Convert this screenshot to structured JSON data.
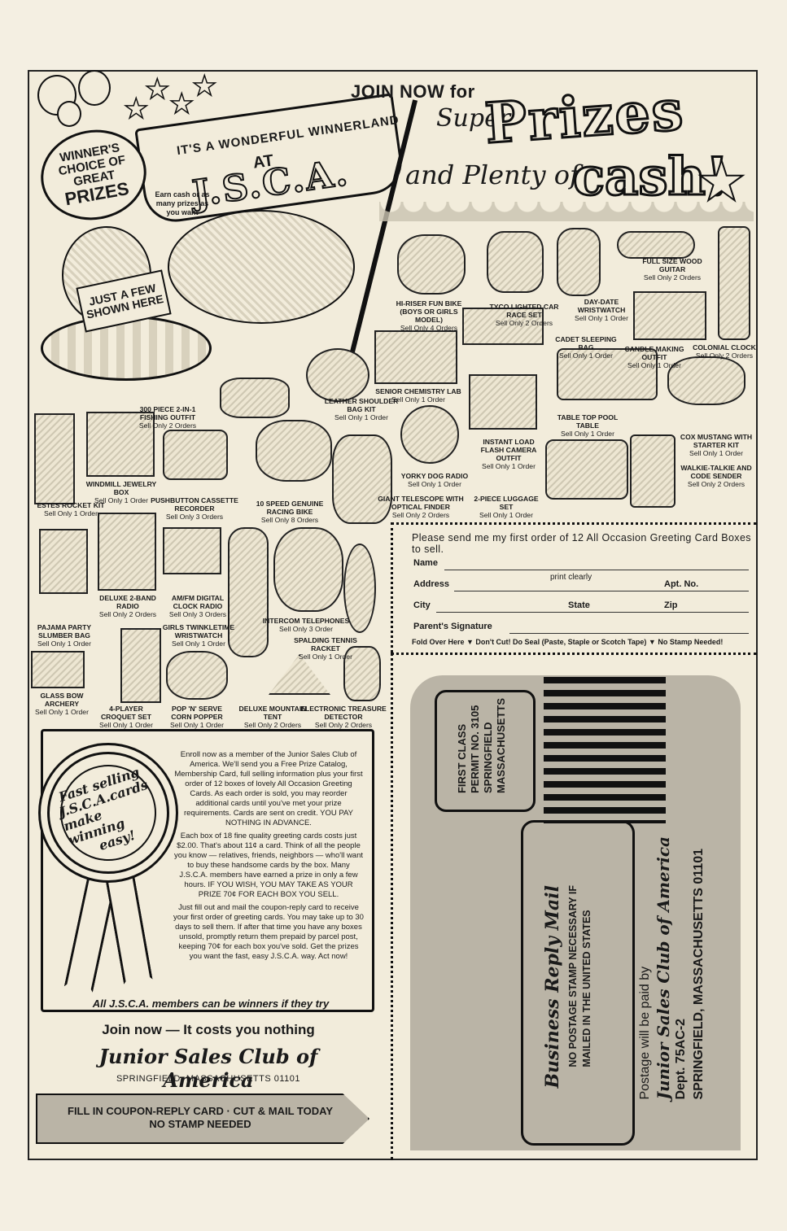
{
  "header": {
    "join_now": "JOIN NOW for",
    "super": "Super",
    "prizes": "Prizes",
    "and_plenty_of": "and Plenty of",
    "cash": "cash!"
  },
  "banner": {
    "line1": "IT'S A WONDERFUL WINNERLAND",
    "at": "AT",
    "name": "J.S.C.A."
  },
  "choice_bubble": [
    "WINNER'S",
    "CHOICE OF",
    "GREAT",
    "PRIZES"
  ],
  "earn_note": "Earn cash or as many prizes as you want",
  "sign": [
    "JUST A FEW",
    "SHOWN HERE"
  ],
  "prizes": [
    {
      "name": "HI-RISER FUN BIKE (BOYS OR GIRLS MODEL)",
      "sell": "Sell Only 4 Orders"
    },
    {
      "name": "TYCO LIGHTED CAR RACE SET",
      "sell": "Sell Only 2 Orders"
    },
    {
      "name": "DAY-DATE WRISTWATCH",
      "sell": "Sell Only 1 Order"
    },
    {
      "name": "FULL SIZE WOOD GUITAR",
      "sell": "Sell Only 2 Orders"
    },
    {
      "name": "CADET SLEEPING BAG",
      "sell": "Sell Only 1 Order"
    },
    {
      "name": "CANDLE MAKING OUTFIT",
      "sell": "Sell Only 1 Order"
    },
    {
      "name": "COLONIAL CLOCK",
      "sell": "Sell Only 2 Orders"
    },
    {
      "name": "SENIOR CHEMISTRY LAB",
      "sell": "Sell Only 1 Order"
    },
    {
      "name": "300 PIECE 2-in-1 FISHING OUTFIT",
      "sell": "Sell Only 2 Orders"
    },
    {
      "name": "LEATHER SHOULDER BAG KIT",
      "sell": "Sell Only 1 Order"
    },
    {
      "name": "TABLE TOP POOL TABLE",
      "sell": "Sell Only 1 Order"
    },
    {
      "name": "COX MUSTANG WITH STARTER KIT",
      "sell": "Sell Only 1 Order"
    },
    {
      "name": "INSTANT LOAD FLASH CAMERA OUTFIT",
      "sell": "Sell Only 1 Order"
    },
    {
      "name": "WALKIE-TALKIE AND CODE SENDER",
      "sell": "Sell Only 2 Orders"
    },
    {
      "name": "ESTES ROCKET KIT",
      "sell": "Sell Only 1 Order"
    },
    {
      "name": "WINDMILL JEWELRY BOX",
      "sell": "Sell Only 1 Order"
    },
    {
      "name": "PUSHBUTTON CASSETTE RECORDER",
      "sell": "Sell Only 3 Orders"
    },
    {
      "name": "10 SPEED GENUINE RACING BIKE",
      "sell": "Sell Only 8 Orders"
    },
    {
      "name": "YORKY DOG RADIO",
      "sell": "Sell Only 1 Order"
    },
    {
      "name": "GIANT TELESCOPE WITH OPTICAL FINDER",
      "sell": "Sell Only 2 Orders"
    },
    {
      "name": "2-PIECE LUGGAGE SET",
      "sell": "Sell Only 1 Order"
    },
    {
      "name": "DELUXE 2-BAND RADIO",
      "sell": "Sell Only 2 Orders"
    },
    {
      "name": "AM/FM DIGITAL CLOCK RADIO",
      "sell": "Sell Only 3 Orders"
    },
    {
      "name": "PAJAMA PARTY SLUMBER BAG",
      "sell": "Sell Only 1 Order"
    },
    {
      "name": "GIRLS TWINKLETIME WRISTWATCH",
      "sell": "Sell Only 1 Order"
    },
    {
      "name": "INTERCOM TELEPHONES",
      "sell": "Sell Only 3 Order"
    },
    {
      "name": "SPALDING TENNIS RACKET",
      "sell": "Sell Only 1 Order"
    },
    {
      "name": "GLASS BOW ARCHERY",
      "sell": "Sell Only 1 Order"
    },
    {
      "name": "4-PLAYER CROQUET SET",
      "sell": "Sell Only 1 Order"
    },
    {
      "name": "POP 'N' SERVE CORN POPPER",
      "sell": "Sell Only 1 Order"
    },
    {
      "name": "DELUXE MOUNTAIN TENT",
      "sell": "Sell Only 2 Orders"
    },
    {
      "name": "ELECTRONIC TREASURE DETECTOR",
      "sell": "Sell Only 2 Orders"
    }
  ],
  "coupon": {
    "intro": "Please send me my first order of 12 All Occasion Greeting Card Boxes to sell.",
    "name": "Name",
    "print_clearly": "print clearly",
    "address": "Address",
    "apt": "Apt. No.",
    "city": "City",
    "state": "State",
    "zip": "Zip",
    "parent_signature": "Parent's Signature",
    "fold_note": "Fold Over Here ▼ Don't Cut! Do Seal (Paste, Staple or Scotch Tape) ▼ No Stamp Needed!"
  },
  "reply_card": {
    "permit": [
      "FIRST CLASS",
      "PERMIT NO. 3105",
      "SPRINGFIELD",
      "MASSACHUSETTS"
    ],
    "brm_title": "Business Reply Mail",
    "brm_sub": [
      "NO POSTAGE STAMP NECESSARY IF",
      "MAILED IN THE UNITED STATES"
    ],
    "paid_by": "Postage will be paid by",
    "org": "Junior Sales Club of America",
    "dept": "Dept. 75AC-2",
    "city": "SPRINGFIELD, MASSACHUSETTS 01101"
  },
  "ribbon": [
    "Fast selling",
    "J.S.C.A.cards",
    "make winning",
    "easy!"
  ],
  "enroll": {
    "p1": "Enroll now as a member of the Junior Sales Club of America. We'll send you a Free Prize Catalog, Membership Card, full selling information plus your first order of 12 boxes of lovely All Occasion Greeting Cards. As each order is sold, you may reorder additional cards until you've met your prize requirements. Cards are sent on credit. YOU PAY NOTHING IN ADVANCE.",
    "p2": "Each box of 18 fine quality greeting cards costs just $2.00. That's about 11¢ a card. Think of all the people you know — relatives, friends, neighbors — who'll want to buy these handsome cards by the box. Many J.S.C.A. members have earned a prize in only a few hours. IF YOU WISH, YOU MAY TAKE AS YOUR PRIZE 70¢ FOR EACH BOX YOU SELL.",
    "p3": "Just fill out and mail the coupon-reply card to receive your first order of greeting cards. You may take up to 30 days to sell them. If after that time you have any boxes unsold, promptly return them prepaid by parcel post, keeping 70¢ for each box you've sold. Get the prizes you want the fast, easy J.S.C.A. way. Act now!",
    "last": "All J.S.C.A. members can be winners if they try"
  },
  "footer": {
    "join": "Join now — It costs you nothing",
    "org": "Junior Sales Club of America",
    "city": "SPRINGFIELD, MASSACHUSETTS 01101",
    "arrow_line1": "FILL IN COUPON-REPLY CARD · CUT & MAIL TODAY",
    "arrow_line2": "NO STAMP NEEDED"
  }
}
